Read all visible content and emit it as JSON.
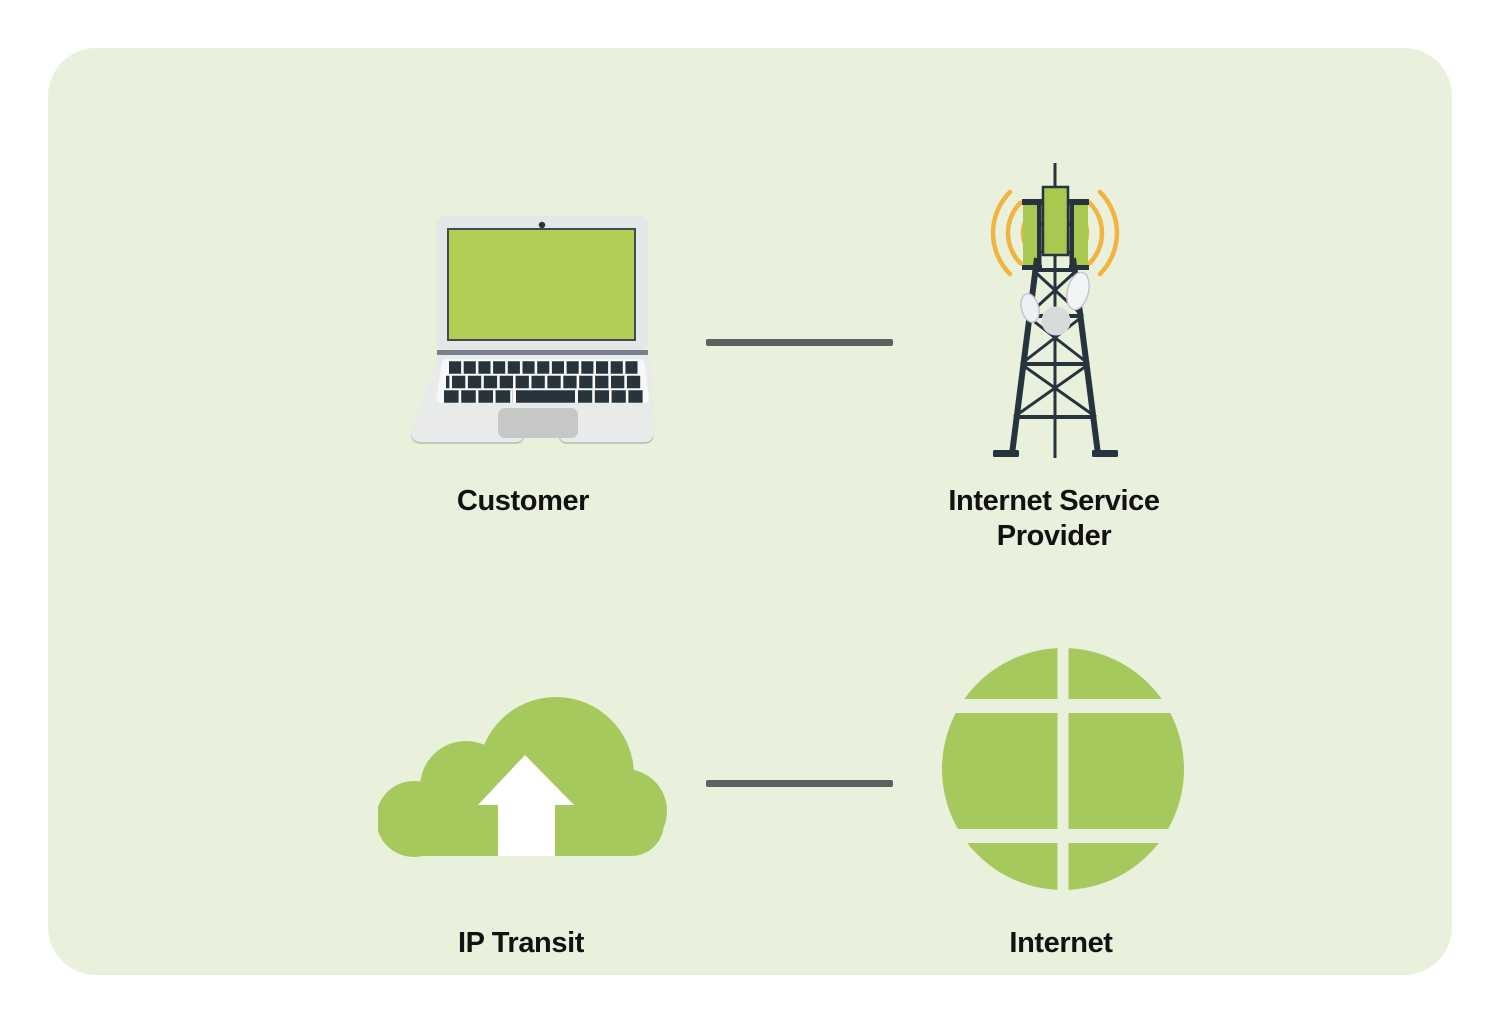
{
  "theme": {
    "page-bg": "#ffffff",
    "panel-bg": "#e9f1dd",
    "brand-green": "#a6c95e",
    "screen-green": "#b2cd54",
    "tower-green": "#a8c84f",
    "dark": "#27343e",
    "accent-yellow": "#f0b43f",
    "connector-gray": "#606060",
    "label-color": "#121212"
  },
  "diagram": {
    "nodes": [
      {
        "id": "customer",
        "label": "Customer",
        "icon": "laptop-icon"
      },
      {
        "id": "isp",
        "label": "Internet Service Provider",
        "icon": "cell-tower-icon"
      },
      {
        "id": "ip-transit",
        "label": "IP Transit",
        "icon": "cloud-upload-icon"
      },
      {
        "id": "internet",
        "label": "Internet",
        "icon": "globe-icon"
      }
    ],
    "connections": [
      {
        "from": "customer",
        "to": "isp"
      },
      {
        "from": "ip-transit",
        "to": "internet"
      }
    ]
  }
}
